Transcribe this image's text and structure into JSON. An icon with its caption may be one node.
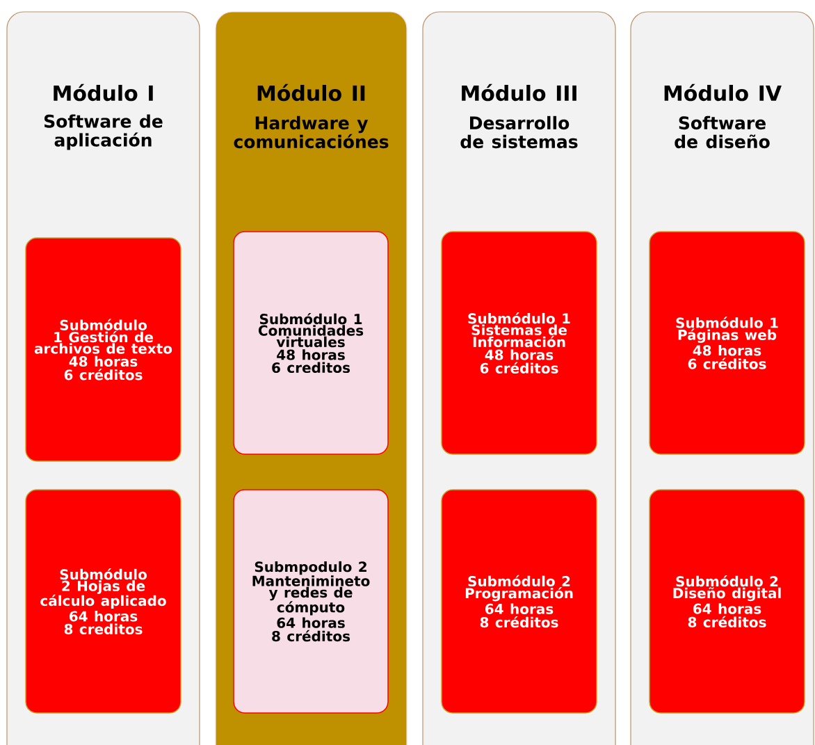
{
  "diagram": {
    "nodes": [
      {
        "text": [
          "Módulo I",
          "Software de aplicación"
        ]
      },
      {
        "text": [
          "Submódulo 1 Gestión de archivos de texto",
          "48 horas",
          "6 créditos"
        ],
        "in": 0
      },
      {
        "text": [
          "Submódulo 2 Hojas de cálculo aplicado",
          "64 horas",
          "8 creditos"
        ],
        "in": 0
      },
      {
        "text": [
          "Módulo II",
          "Hardware y comunicaciónes"
        ]
      },
      {
        "text": [
          "Submódulo 1 Comunidades virtuales",
          "48 horas",
          "6 creditos"
        ],
        "in": 3
      },
      {
        "text": [
          "Submpodulo 2 Mantenimineto y redes de cómputo",
          "64 horas",
          "8 créditos"
        ],
        "in": 3
      },
      {
        "text": [
          "Módulo III",
          "Desarrollo de sistemas"
        ]
      },
      {
        "text": [
          "Submódulo 1 Sistemas de Información",
          "48 horas",
          "6 créditos"
        ],
        "in": 6
      },
      {
        "text": [
          "Submódulo 2 Programación",
          "64 horas",
          "8 créditos"
        ],
        "in": 6
      },
      {
        "text": [
          "Módulo IV",
          "Software de diseño"
        ]
      },
      {
        "text": [
          "Submódulo 1 Páginas web",
          "48 horas",
          "6 créditos"
        ],
        "in": 9
      },
      {
        "text": [
          "Submódulo 2 Diseño digital",
          "64 horas",
          "8 créditos"
        ],
        "in": 9
      }
    ]
  }
}
